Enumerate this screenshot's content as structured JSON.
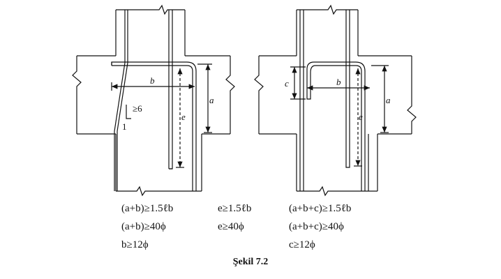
{
  "figure": {
    "caption": "Şekil 7.2",
    "left": {
      "labels": {
        "b": "b",
        "a": "a",
        "e": "e",
        "slope_top": "≥6",
        "slope_bottom": "1"
      },
      "formulas": [
        "(a+b)≥1.5ℓb",
        "(a+b)≥40ϕ",
        "b≥12ϕ"
      ],
      "formulas_mid": [
        "e≥1.5ℓb",
        "e≥40ϕ"
      ]
    },
    "right": {
      "labels": {
        "c": "c",
        "b": "b",
        "a": "a",
        "e": "e"
      },
      "formulas": [
        "(a+b+c)≥1.5ℓb",
        "(a+b+c)≥40ϕ",
        "c≥12ϕ"
      ]
    }
  }
}
